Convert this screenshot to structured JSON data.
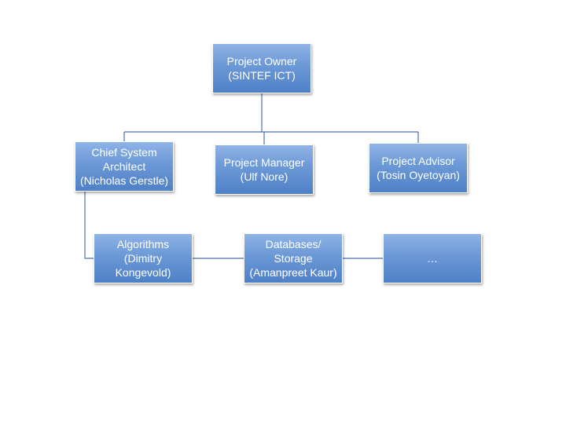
{
  "org_chart": {
    "owner": {
      "lines": [
        "Project Owner",
        "(SINTEF ICT)"
      ]
    },
    "architect": {
      "lines": [
        "Chief System",
        "Architect",
        "(Nicholas Gerstle)"
      ]
    },
    "manager": {
      "lines": [
        "Project Manager",
        "(Ulf Nore)"
      ]
    },
    "advisor": {
      "lines": [
        "Project Advisor",
        "(Tosin Oyetoyan)"
      ]
    },
    "algorithms": {
      "lines": [
        "Algorithms",
        "(Dimitry",
        "Kongevold)"
      ]
    },
    "databases": {
      "lines": [
        "Databases/",
        "Storage",
        "(Amanpreet Kaur)"
      ]
    },
    "more": {
      "lines": [
        "…"
      ]
    }
  },
  "colors": {
    "box_fill": "#6b98d6",
    "connector": "#4a72b0",
    "text": "#ffffff"
  }
}
